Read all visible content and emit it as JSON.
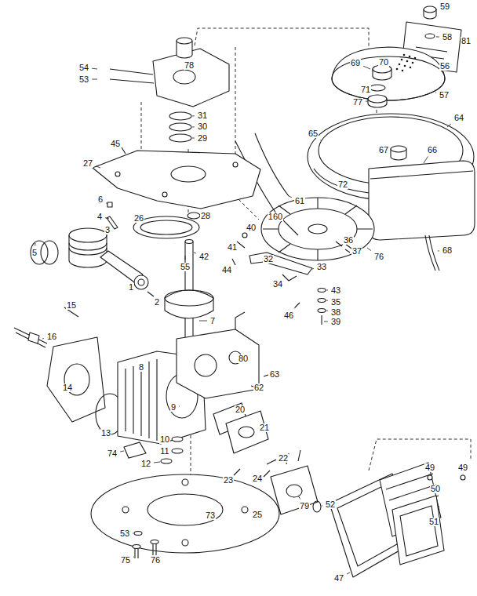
{
  "diagram": {
    "labels": [
      "59",
      "81",
      "54",
      "78",
      "58",
      "69",
      "70",
      "56",
      "53",
      "71",
      "57",
      "77",
      "31",
      "64",
      "30",
      "65",
      "29",
      "45",
      "67",
      "66",
      "27",
      "72",
      "6",
      "61",
      "4",
      "26",
      "28",
      "160",
      "40",
      "3",
      "41",
      "36",
      "37",
      "76",
      "68",
      "5",
      "42",
      "32",
      "33",
      "55",
      "44",
      "34",
      "1",
      "43",
      "2",
      "35",
      "15",
      "38",
      "46",
      "7",
      "39",
      "16",
      "80",
      "8",
      "63",
      "14",
      "62",
      "9",
      "20",
      "21",
      "13",
      "10",
      "11",
      "74",
      "22",
      "12",
      "49",
      "49",
      "23",
      "24",
      "50",
      "52",
      "79",
      "25",
      "73",
      "51",
      "53",
      "75",
      "76",
      "47"
    ]
  }
}
